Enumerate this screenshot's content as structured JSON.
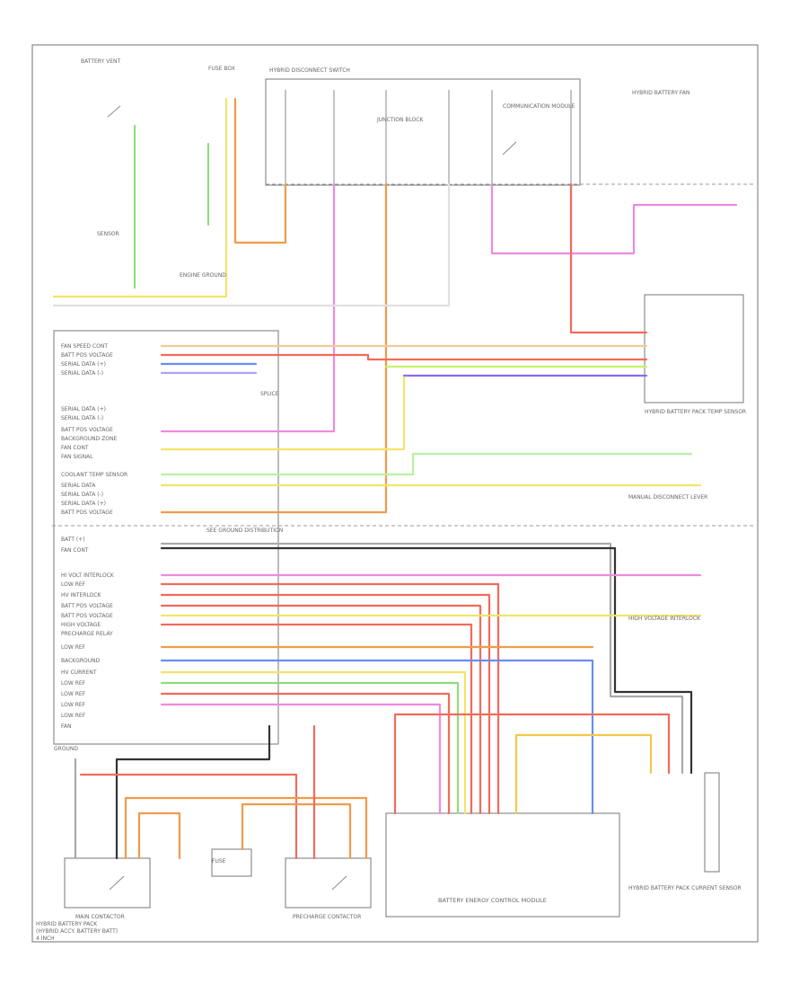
{
  "labels": {
    "battery_energy_control_module": "BATTERY ENERGY CONTROL MODULE",
    "main_contactor": "MAIN CONTACTOR",
    "precharge_contactor": "PRECHARGE CONTACTOR",
    "footer_line1": "HYBRID BATTERY PACK",
    "footer_line2": "(HYBRID ACCY. BATTERY BATT)",
    "footer_line3": "4 INCH",
    "current_sensor": "HYBRID BATTERY PACK CURRENT SENSOR",
    "fuse_label": "FUSE",
    "hv_disconnect": "HYBRID DISCONNECT SWITCH",
    "temp_sensor": "HYBRID BATTERY PACK TEMP SENSOR",
    "manual_disconnect": "MANUAL DISCONNECT LEVER",
    "high_voltage_interlock": "HIGH VOLTAGE INTERLOCK",
    "battery_vent": "BATTERY VENT",
    "splice": "SPLICE",
    "ground": "GROUND",
    "engine_ground": "ENGINE GROUND",
    "dist_note": "SEE GROUND DISTRIBUTION",
    "hv_fan": "HYBRID BATTERY FAN",
    "comm_module": "COMMUNICATION MODULE",
    "junction_block": "JUNCTION BLOCK",
    "fuse_box": "FUSE BOX",
    "sensor": "SENSOR"
  },
  "pin_labels": [
    "FAN SPEED CONT",
    "BATT POS VOLTAGE",
    "SERIAL DATA (+)",
    "SERIAL DATA (-)",
    "SERIAL DATA (+)",
    "SERIAL DATA (-)",
    "BATT POS VOLTAGE",
    "BACKGROUND ZONE",
    "FAN CONT",
    "FAN SIGNAL",
    "COOLANT TEMP SENSOR",
    "SERIAL DATA",
    "SERIAL DATA (-)",
    "SERIAL DATA (+)",
    "BATT POS VOLTAGE",
    "BATT (+)",
    "FAN CONT",
    "HI VOLT INTERLOCK",
    "LOW REF",
    "HV INTERLOCK",
    "BATT POS VOLTAGE",
    "BATT POS VOLTAGE",
    "HIGH VOLTAGE",
    "PRECHARGE RELAY",
    "LOW REF",
    "BACKGROUND",
    "HV CURRENT",
    "LOW REF",
    "LOW REF",
    "LOW REF",
    "LOW REF",
    "FAN"
  ]
}
